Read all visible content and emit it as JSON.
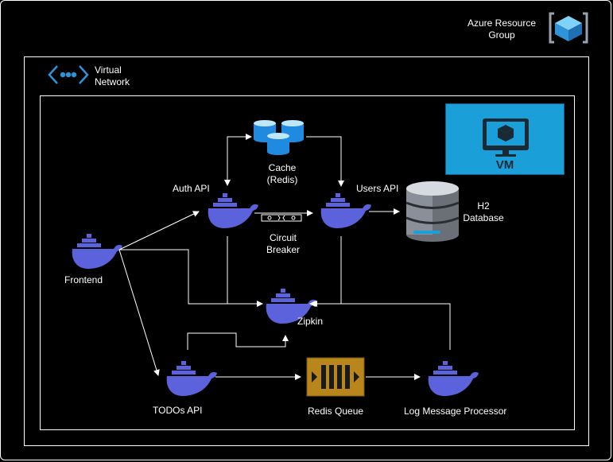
{
  "labels": {
    "resource_group": "Azure Resource\nGroup",
    "virtual_network": "Virtual\nNetwork",
    "vm": "VM",
    "cache": "Cache\n(Redis)",
    "auth_api": "Auth API",
    "users_api": "Users API",
    "h2_database": "H2\nDatabase",
    "circuit_breaker": "Circuit\nBreaker",
    "frontend": "Frontend",
    "zipkin": "Zipkin",
    "todos_api": "TODOs API",
    "redis_queue": "Redis Queue",
    "log_processor": "Log Message Processor"
  },
  "colors": {
    "docker": "#5b62dc",
    "edge": "#ffffff",
    "vm_fill": "#1a9fd9",
    "cache_fill": "#1f8ae0",
    "queue_fill": "#b8861a",
    "vnet_icon": "#2e93d9"
  },
  "icons": {
    "resource_group": "azure-resource-group-icon",
    "virtual_network": "virtual-network-icon",
    "vm": "monitor-icon",
    "cache": "redis-cache-icon",
    "database": "database-icon",
    "services": "docker-whale-icon",
    "queue": "queue-icon",
    "circuit_breaker": "circuit-breaker-icon"
  }
}
